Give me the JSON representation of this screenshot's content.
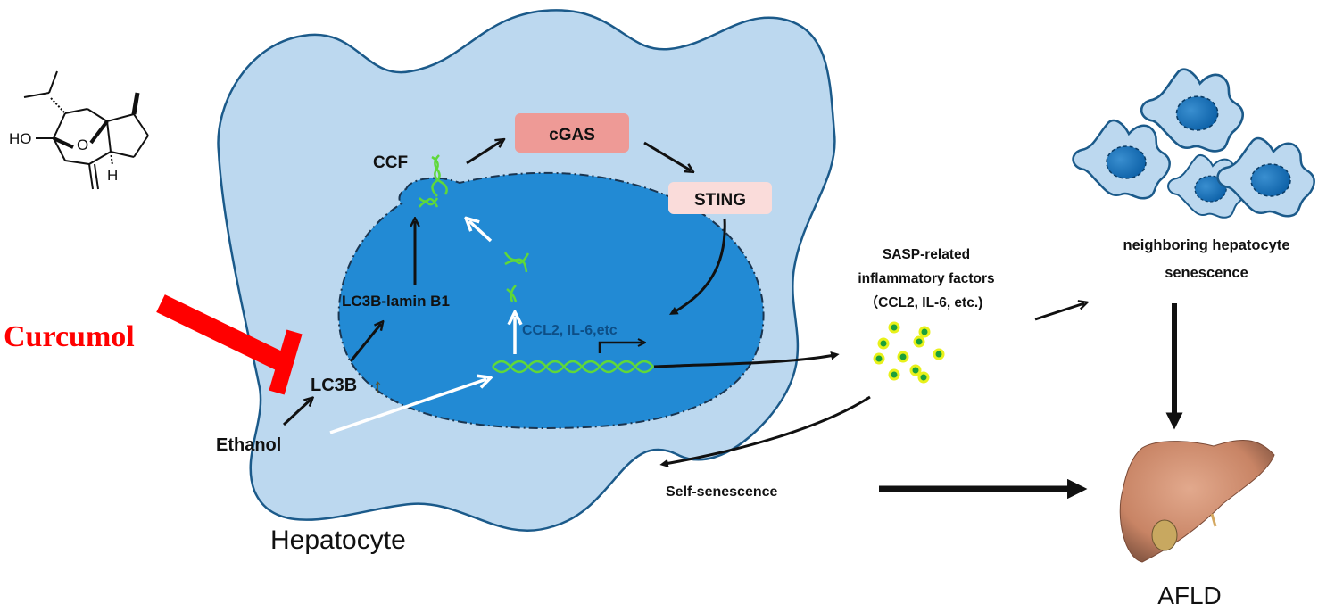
{
  "drug": {
    "name": "Curcumol",
    "structure_atoms": {
      "hydroxyl": "HO",
      "oxygen": "O",
      "hydrogen": "H"
    }
  },
  "cell": {
    "title": "Hepatocyte",
    "inducer": "Ethanol",
    "lc3b": "LC3B",
    "lc3b_arrow": "↑",
    "complex": "LC3B-lamin  B1",
    "ccf": "CCF",
    "cgas": "cGAS",
    "sting": "STING",
    "genes": "CCL2, IL-6,etc"
  },
  "sasp": {
    "line1": "SASP-related",
    "line2": "inflammatory  factors",
    "line3": "（CCL2, IL-6, etc.)"
  },
  "outcomes": {
    "self": "Self-senescence",
    "neighbor_line1": "neighboring hepatocyte",
    "neighbor_line2": "senescence",
    "disease": "AFLD"
  },
  "colors": {
    "cytoplasm": "#bcd8ef",
    "cell_outline": "#1b5a8a",
    "nucleus": "#228ad4",
    "cgas_box": "#ee9a96",
    "sting_box": "#fadcda",
    "inhibitor": "#ff0000",
    "dna": "#5fd83a",
    "sasp_dot": "#1aa03a",
    "sasp_halo": "#e8f11a",
    "liver": "#c98466",
    "gene_text": "#0d4e86"
  }
}
